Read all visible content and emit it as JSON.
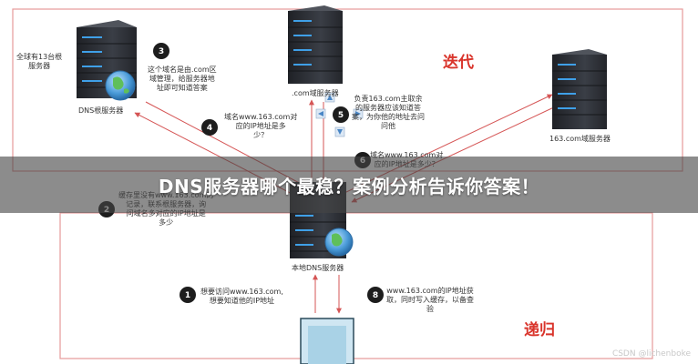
{
  "banner_title": "DNS服务器哪个最稳？案例分析告诉你答案！",
  "sections": {
    "iteration": "迭代",
    "recursion": "递归"
  },
  "servers": {
    "root_caption": "全球有13台根\n服务器",
    "root": "DNS根服务器",
    "com": ".com域服务器",
    "domain163": "163.com域服务器",
    "local": "本地DNS服务器"
  },
  "steps": [
    {
      "num": "1",
      "text": "想要访问www.163.com,\n想要知道他的IP地址"
    },
    {
      "num": "2",
      "text": "缓存里没有www.163.com的\n记录，联系根服务器，询\n问域名多对应的IP地址是\n多少"
    },
    {
      "num": "3",
      "text": "这个域名是由.com区\n域管理，给服务器地\n址即可知道答案"
    },
    {
      "num": "4",
      "text": "域名www.163.com对\n应的IP地址是多\n少？"
    },
    {
      "num": "5",
      "text": "负责163.com主取余\n的服务器应该知道答\n案，为你他的地址去问\n问他"
    },
    {
      "num": "6",
      "text": "域名www.163.com对\n应的IP地址是多少？"
    },
    {
      "num": "8",
      "text": "www.163.com的IP地址获\n取，同时写入缓存，以备查\n验"
    }
  ],
  "watermark": "CSDN @lichenboke",
  "colors": {
    "section_title": "#d9342b",
    "box_border": "#e79a9a",
    "arrow": "#d55555",
    "server_dark": "#2b2e34",
    "step_circle": "#1d1d1d",
    "banner_bg": "#464646"
  }
}
